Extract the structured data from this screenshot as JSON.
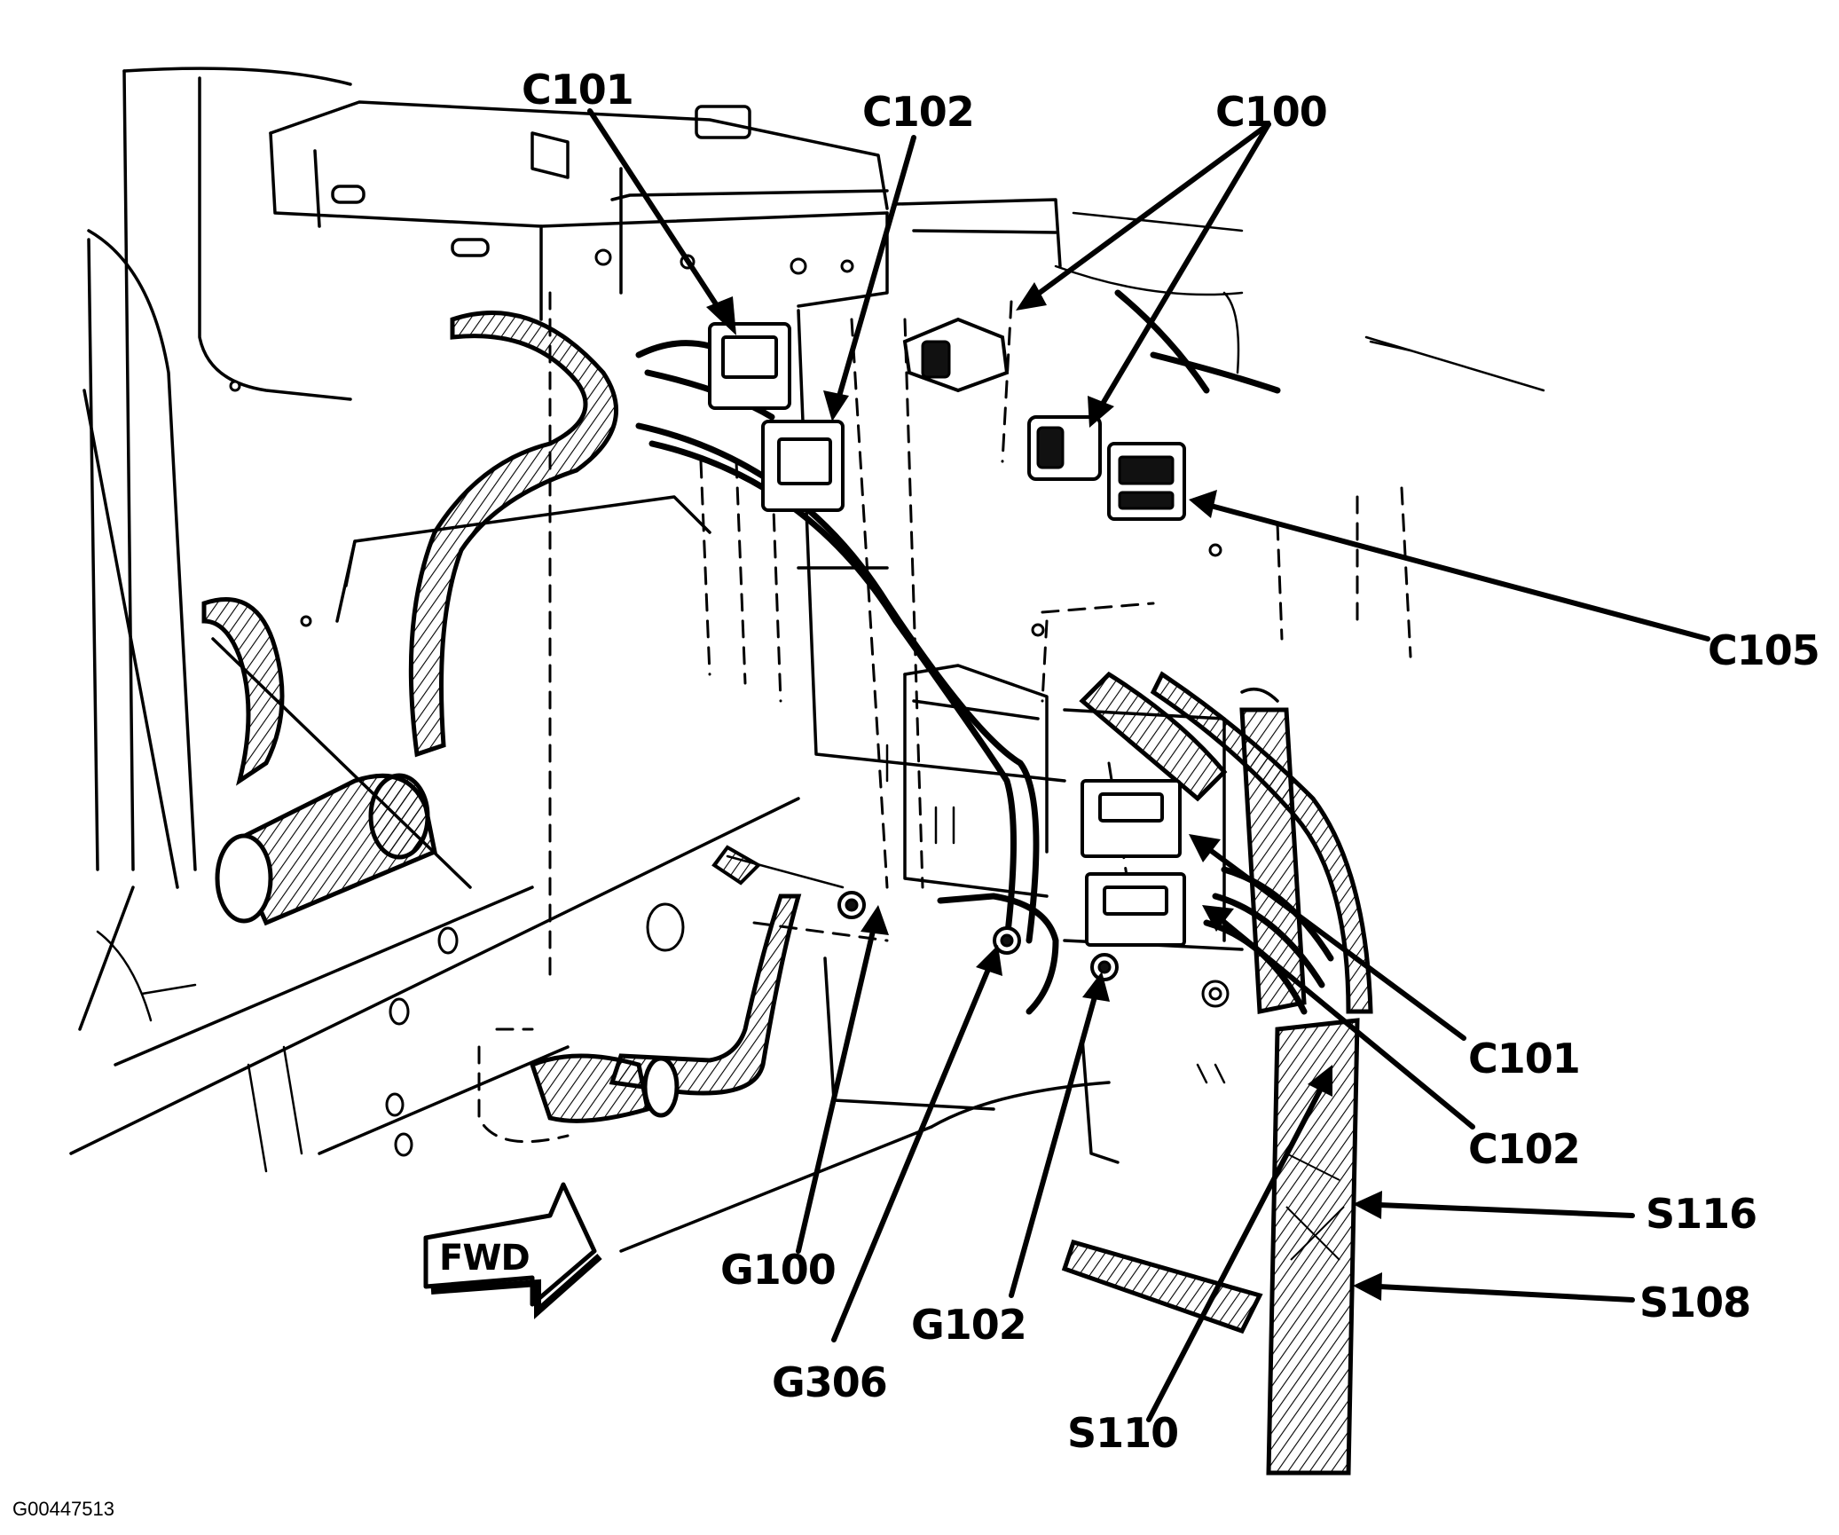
{
  "callouts": {
    "c101_top": "C101",
    "c102_top": "C102",
    "c100": "C100",
    "c105": "C105",
    "c101_right": "C101",
    "c102_right": "C102",
    "s116": "S116",
    "s108": "S108",
    "s110": "S110",
    "g100": "G100",
    "g306": "G306",
    "g102": "G102"
  },
  "forward_indicator": "FWD",
  "figure_id": "G00447513"
}
